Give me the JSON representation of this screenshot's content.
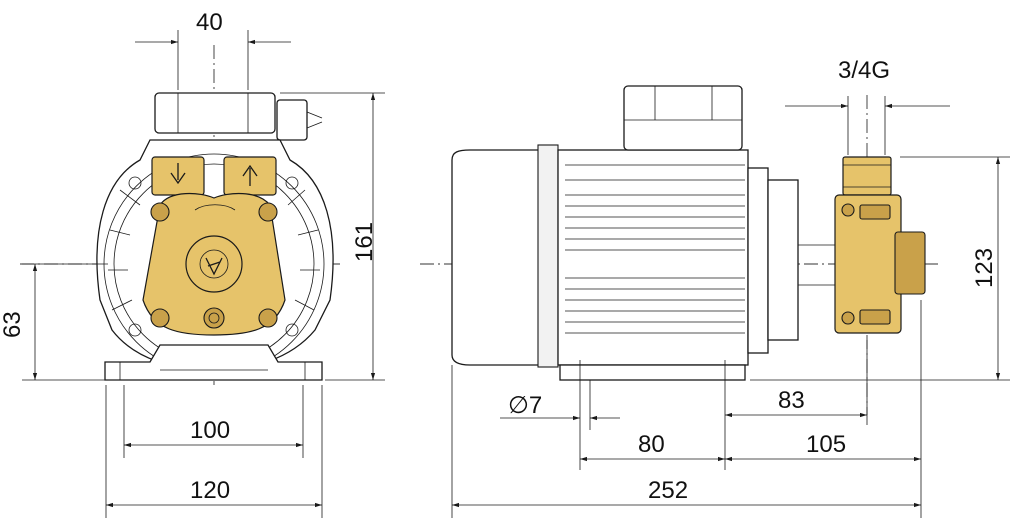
{
  "front_view": {
    "dim_top_width": "40",
    "dim_height_total": "161",
    "dim_shaft_height": "63",
    "dim_feet_inner": "100",
    "dim_base_width": "120"
  },
  "side_view": {
    "dim_thread": "3/4G",
    "dim_outlet_height": "123",
    "dim_hole": "∅7",
    "dim_port_offset": "83",
    "dim_feet_spacing": "80",
    "dim_pump_offset": "105",
    "dim_total_length": "252"
  },
  "colors": {
    "brass": "#e6c36a",
    "line": "#1a1a1a"
  }
}
